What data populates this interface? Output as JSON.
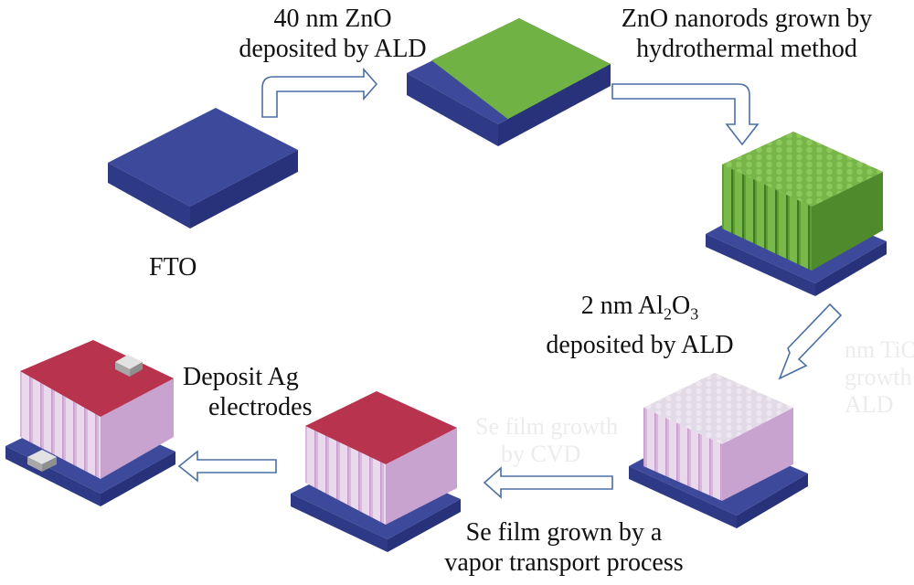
{
  "labels": {
    "step1_line1": "40 nm ZnO",
    "step1_line2": "deposited by ALD",
    "step2_line1": "ZnO nanorods grown by",
    "step2_line2": "hydrothermal method",
    "fto": "FTO",
    "step3_line1_a": "2 nm Al",
    "step3_line1_sub1": "2",
    "step3_line1_b": "O",
    "step3_line1_sub2": "3",
    "step3_line2": "deposited by ALD",
    "step4_line1": "Se film grown by a",
    "step4_line2": "vapor transport process",
    "step5_line1": "Deposit Ag",
    "step5_line2": "electrodes"
  },
  "ghost_text": {
    "a_line1": "nm TiO",
    "a_line2": "growth",
    "a_line3": "ALD",
    "b_line1": "Se film growth",
    "b_line2": "by CVD"
  },
  "colors": {
    "fto_top": "#3d4a9c",
    "fto_side": "#2e3a85",
    "zno_top": "#70b243",
    "rod": "#6aa93d",
    "rod_dark": "#3d7a22",
    "al2o3_top": "#e4dbe9",
    "coated_side": "#d6b4d8",
    "se_top": "#b8344e",
    "arrow_outline": "#4a6fa5",
    "electrode": "#c9c9c9"
  }
}
